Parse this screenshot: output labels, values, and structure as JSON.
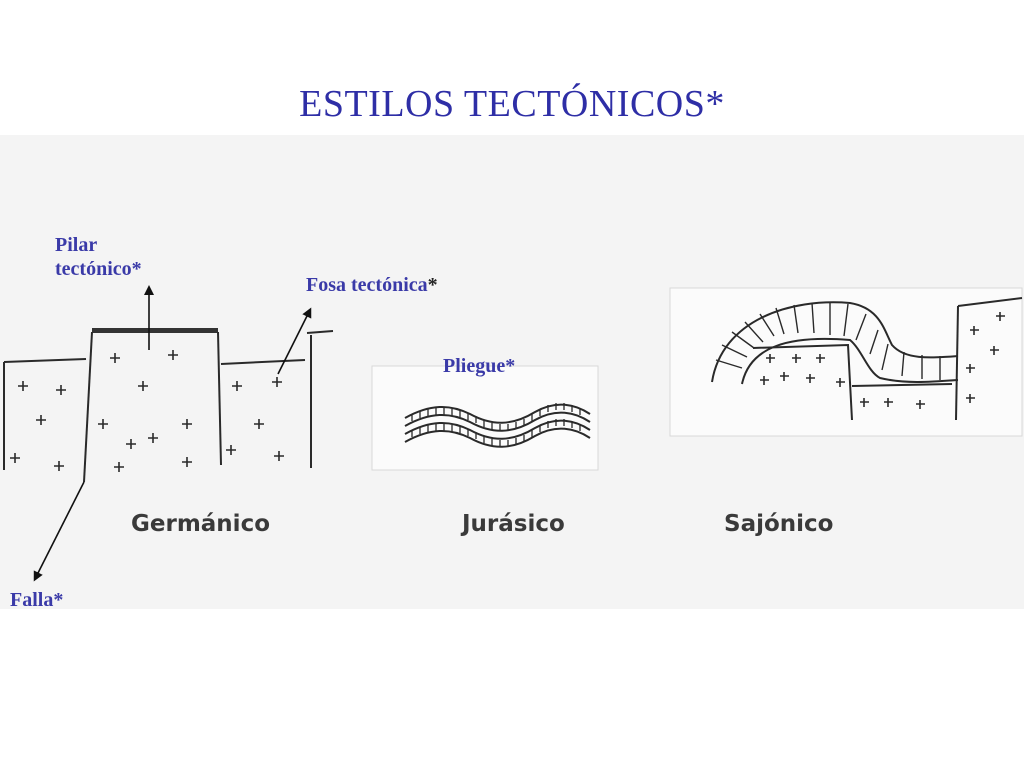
{
  "title": "ESTILOS TECTÓNICOS*",
  "labels": {
    "pilar_line1": "Pilar",
    "pilar_line2": "tectónico*",
    "fosa": "Fosa tectónica",
    "fosa_star": "*",
    "pliegue": "Pliegue*",
    "falla": "Falla*"
  },
  "captions": {
    "germanico": "Germánico",
    "jurasico": "Jurásico",
    "sajonico": "Sajónico"
  },
  "colors": {
    "title": "#2e2ea6",
    "labels": "#3a3aa8",
    "captions": "#3a3a3a",
    "sketch": "#2a2a2a"
  }
}
